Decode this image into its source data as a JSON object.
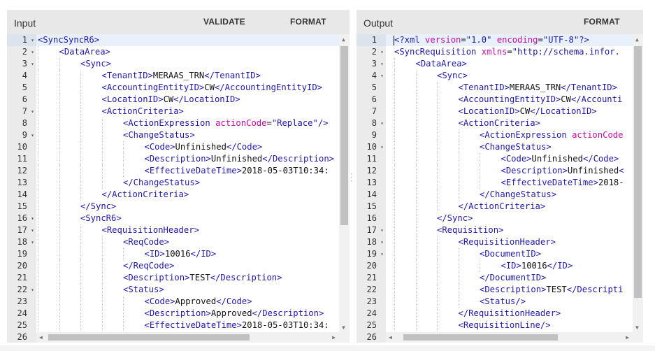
{
  "input_pane": {
    "title": "Input",
    "validate_label": "VALIDATE",
    "format_label": "FORMAT",
    "lines": [
      {
        "n": "1",
        "fold": true,
        "indent": 0,
        "html": "<span class='tag'>&lt;SyncSyncR6&gt;</span>"
      },
      {
        "n": "2",
        "fold": true,
        "indent": 1,
        "html": "<span class='tag'>&lt;DataArea&gt;</span>"
      },
      {
        "n": "3",
        "fold": true,
        "indent": 2,
        "html": "<span class='tag'>&lt;Sync&gt;</span>"
      },
      {
        "n": "4",
        "fold": false,
        "indent": 3,
        "html": "<span class='tag'>&lt;TenantID&gt;</span><span class='txt'>MERAAS_TRN</span><span class='tag'>&lt;/TenantID&gt;</span>"
      },
      {
        "n": "5",
        "fold": false,
        "indent": 3,
        "html": "<span class='tag'>&lt;AccountingEntityID&gt;</span><span class='txt'>CW</span><span class='tag'>&lt;/AccountingEntityID&gt;</span>"
      },
      {
        "n": "6",
        "fold": false,
        "indent": 3,
        "html": "<span class='tag'>&lt;LocationID&gt;</span><span class='txt'>CW</span><span class='tag'>&lt;/LocationID&gt;</span>"
      },
      {
        "n": "7",
        "fold": true,
        "indent": 3,
        "html": "<span class='tag'>&lt;ActionCriteria&gt;</span>"
      },
      {
        "n": "8",
        "fold": false,
        "indent": 4,
        "html": "<span class='tag'>&lt;ActionExpression </span><span class='attr'>actionCode</span><span class='txt'>=</span><span class='val'>\"Replace\"</span><span class='tag'>/&gt;</span>"
      },
      {
        "n": "9",
        "fold": true,
        "indent": 4,
        "html": "<span class='tag'>&lt;ChangeStatus&gt;</span>"
      },
      {
        "n": "10",
        "fold": false,
        "indent": 5,
        "html": "<span class='tag'>&lt;Code&gt;</span><span class='txt'>Unfinished</span><span class='tag'>&lt;/Code&gt;</span>"
      },
      {
        "n": "11",
        "fold": false,
        "indent": 5,
        "html": "<span class='tag'>&lt;Description&gt;</span><span class='txt'>Unfinished</span><span class='tag'>&lt;/Description&gt;</span>"
      },
      {
        "n": "12",
        "fold": false,
        "indent": 5,
        "html": "<span class='tag'>&lt;EffectiveDateTime&gt;</span><span class='txt'>2018-05-03T10:34:</span>"
      },
      {
        "n": "13",
        "fold": false,
        "indent": 4,
        "html": "<span class='tag'>&lt;/ChangeStatus&gt;</span>"
      },
      {
        "n": "14",
        "fold": false,
        "indent": 3,
        "html": "<span class='tag'>&lt;/ActionCriteria&gt;</span>"
      },
      {
        "n": "15",
        "fold": false,
        "indent": 2,
        "html": "<span class='tag'>&lt;/Sync&gt;</span>"
      },
      {
        "n": "16",
        "fold": true,
        "indent": 2,
        "html": "<span class='tag'>&lt;SyncR6&gt;</span>"
      },
      {
        "n": "17",
        "fold": true,
        "indent": 3,
        "html": "<span class='tag'>&lt;RequisitionHeader&gt;</span>"
      },
      {
        "n": "18",
        "fold": true,
        "indent": 4,
        "html": "<span class='tag'>&lt;ReqCode&gt;</span>"
      },
      {
        "n": "19",
        "fold": false,
        "indent": 5,
        "html": "<span class='tag'>&lt;ID&gt;</span><span class='txt'>10016</span><span class='tag'>&lt;/ID&gt;</span>"
      },
      {
        "n": "20",
        "fold": false,
        "indent": 4,
        "html": "<span class='tag'>&lt;/ReqCode&gt;</span>"
      },
      {
        "n": "21",
        "fold": false,
        "indent": 4,
        "html": "<span class='tag'>&lt;Description&gt;</span><span class='txt'>TEST</span><span class='tag'>&lt;/Description&gt;</span>"
      },
      {
        "n": "22",
        "fold": true,
        "indent": 4,
        "html": "<span class='tag'>&lt;Status&gt;</span>"
      },
      {
        "n": "23",
        "fold": false,
        "indent": 5,
        "html": "<span class='tag'>&lt;Code&gt;</span><span class='txt'>Approved</span><span class='tag'>&lt;/Code&gt;</span>"
      },
      {
        "n": "24",
        "fold": false,
        "indent": 5,
        "html": "<span class='tag'>&lt;Description&gt;</span><span class='txt'>Approved</span><span class='tag'>&lt;/Description&gt;</span>"
      },
      {
        "n": "25",
        "fold": false,
        "indent": 5,
        "html": "<span class='tag'>&lt;EffectiveDateTime&gt;</span><span class='txt'>2018-05-03T10:34:</span>"
      },
      {
        "n": "26",
        "fold": false,
        "indent": 0,
        "html": ""
      }
    ]
  },
  "output_pane": {
    "title": "Output",
    "format_label": "FORMAT",
    "lines": [
      {
        "n": "1",
        "fold": false,
        "indent": 0,
        "html": "<span class='cursor'></span><span class='pi'>&lt;?xml </span><span class='attr'>version</span><span class='txt'>=</span><span class='val'>\"1.0\"</span><span class='pi'> </span><span class='attr'>encoding</span><span class='txt'>=</span><span class='val'>\"UTF-8\"</span><span class='pi'>?&gt;</span>"
      },
      {
        "n": "2",
        "fold": true,
        "indent": 0,
        "html": "<span class='tag'>&lt;SyncRequisition </span><span class='attr'>xmlns</span><span class='txt'>=</span><span class='val'>\"http://schema.infor.</span>"
      },
      {
        "n": "3",
        "fold": true,
        "indent": 1,
        "html": "<span class='tag'>&lt;DataArea&gt;</span>"
      },
      {
        "n": "4",
        "fold": true,
        "indent": 2,
        "html": "<span class='tag'>&lt;Sync&gt;</span>"
      },
      {
        "n": "5",
        "fold": false,
        "indent": 3,
        "html": "<span class='tag'>&lt;TenantID&gt;</span><span class='txt'>MERAAS_TRN</span><span class='tag'>&lt;/TenantID&gt;</span>"
      },
      {
        "n": "6",
        "fold": false,
        "indent": 3,
        "html": "<span class='tag'>&lt;AccountingEntityID&gt;</span><span class='txt'>CW</span><span class='tag'>&lt;/Accounti</span>"
      },
      {
        "n": "7",
        "fold": false,
        "indent": 3,
        "html": "<span class='tag'>&lt;LocationID&gt;</span><span class='txt'>CW</span><span class='tag'>&lt;/LocationID&gt;</span>"
      },
      {
        "n": "8",
        "fold": true,
        "indent": 3,
        "html": "<span class='tag'>&lt;ActionCriteria&gt;</span>"
      },
      {
        "n": "9",
        "fold": false,
        "indent": 4,
        "html": "<span class='tag'>&lt;ActionExpression </span><span class='attr'>actionCode</span>"
      },
      {
        "n": "10",
        "fold": true,
        "indent": 4,
        "html": "<span class='tag'>&lt;ChangeStatus&gt;</span>"
      },
      {
        "n": "11",
        "fold": false,
        "indent": 5,
        "html": "<span class='tag'>&lt;Code&gt;</span><span class='txt'>Unfinished</span><span class='tag'>&lt;/Code&gt;</span>"
      },
      {
        "n": "12",
        "fold": false,
        "indent": 5,
        "html": "<span class='tag'>&lt;Description&gt;</span><span class='txt'>Unfinished</span><span class='tag'>&lt;</span>"
      },
      {
        "n": "13",
        "fold": false,
        "indent": 5,
        "html": "<span class='tag'>&lt;EffectiveDateTime&gt;</span><span class='txt'>2018-</span>"
      },
      {
        "n": "14",
        "fold": false,
        "indent": 4,
        "html": "<span class='tag'>&lt;/ChangeStatus&gt;</span>"
      },
      {
        "n": "15",
        "fold": false,
        "indent": 3,
        "html": "<span class='tag'>&lt;/ActionCriteria&gt;</span>"
      },
      {
        "n": "16",
        "fold": false,
        "indent": 2,
        "html": "<span class='tag'>&lt;/Sync&gt;</span>"
      },
      {
        "n": "17",
        "fold": true,
        "indent": 2,
        "html": "<span class='tag'>&lt;Requisition&gt;</span>"
      },
      {
        "n": "18",
        "fold": true,
        "indent": 3,
        "html": "<span class='tag'>&lt;RequisitionHeader&gt;</span>"
      },
      {
        "n": "19",
        "fold": true,
        "indent": 4,
        "html": "<span class='tag'>&lt;DocumentID&gt;</span>"
      },
      {
        "n": "20",
        "fold": false,
        "indent": 5,
        "html": "<span class='tag'>&lt;ID&gt;</span><span class='txt'>10016</span><span class='tag'>&lt;/ID&gt;</span>"
      },
      {
        "n": "21",
        "fold": false,
        "indent": 4,
        "html": "<span class='tag'>&lt;/DocumentID&gt;</span>"
      },
      {
        "n": "22",
        "fold": false,
        "indent": 4,
        "html": "<span class='tag'>&lt;Description&gt;</span><span class='txt'>TEST</span><span class='tag'>&lt;/Descripti</span>"
      },
      {
        "n": "23",
        "fold": false,
        "indent": 4,
        "html": "<span class='tag'>&lt;Status/&gt;</span>"
      },
      {
        "n": "24",
        "fold": false,
        "indent": 3,
        "html": "<span class='tag'>&lt;/RequisitionHeader&gt;</span>"
      },
      {
        "n": "25",
        "fold": false,
        "indent": 3,
        "html": "<span class='tag'>&lt;RequisitionLine/&gt;</span>"
      },
      {
        "n": "26",
        "fold": false,
        "indent": 0,
        "html": ""
      }
    ]
  },
  "colors": {
    "tag": "#1f19a8",
    "attribute": "#c40aa9",
    "value": "#1a1aa6",
    "toolbar": "#e8e8e8",
    "gutter": "#ebebeb"
  }
}
